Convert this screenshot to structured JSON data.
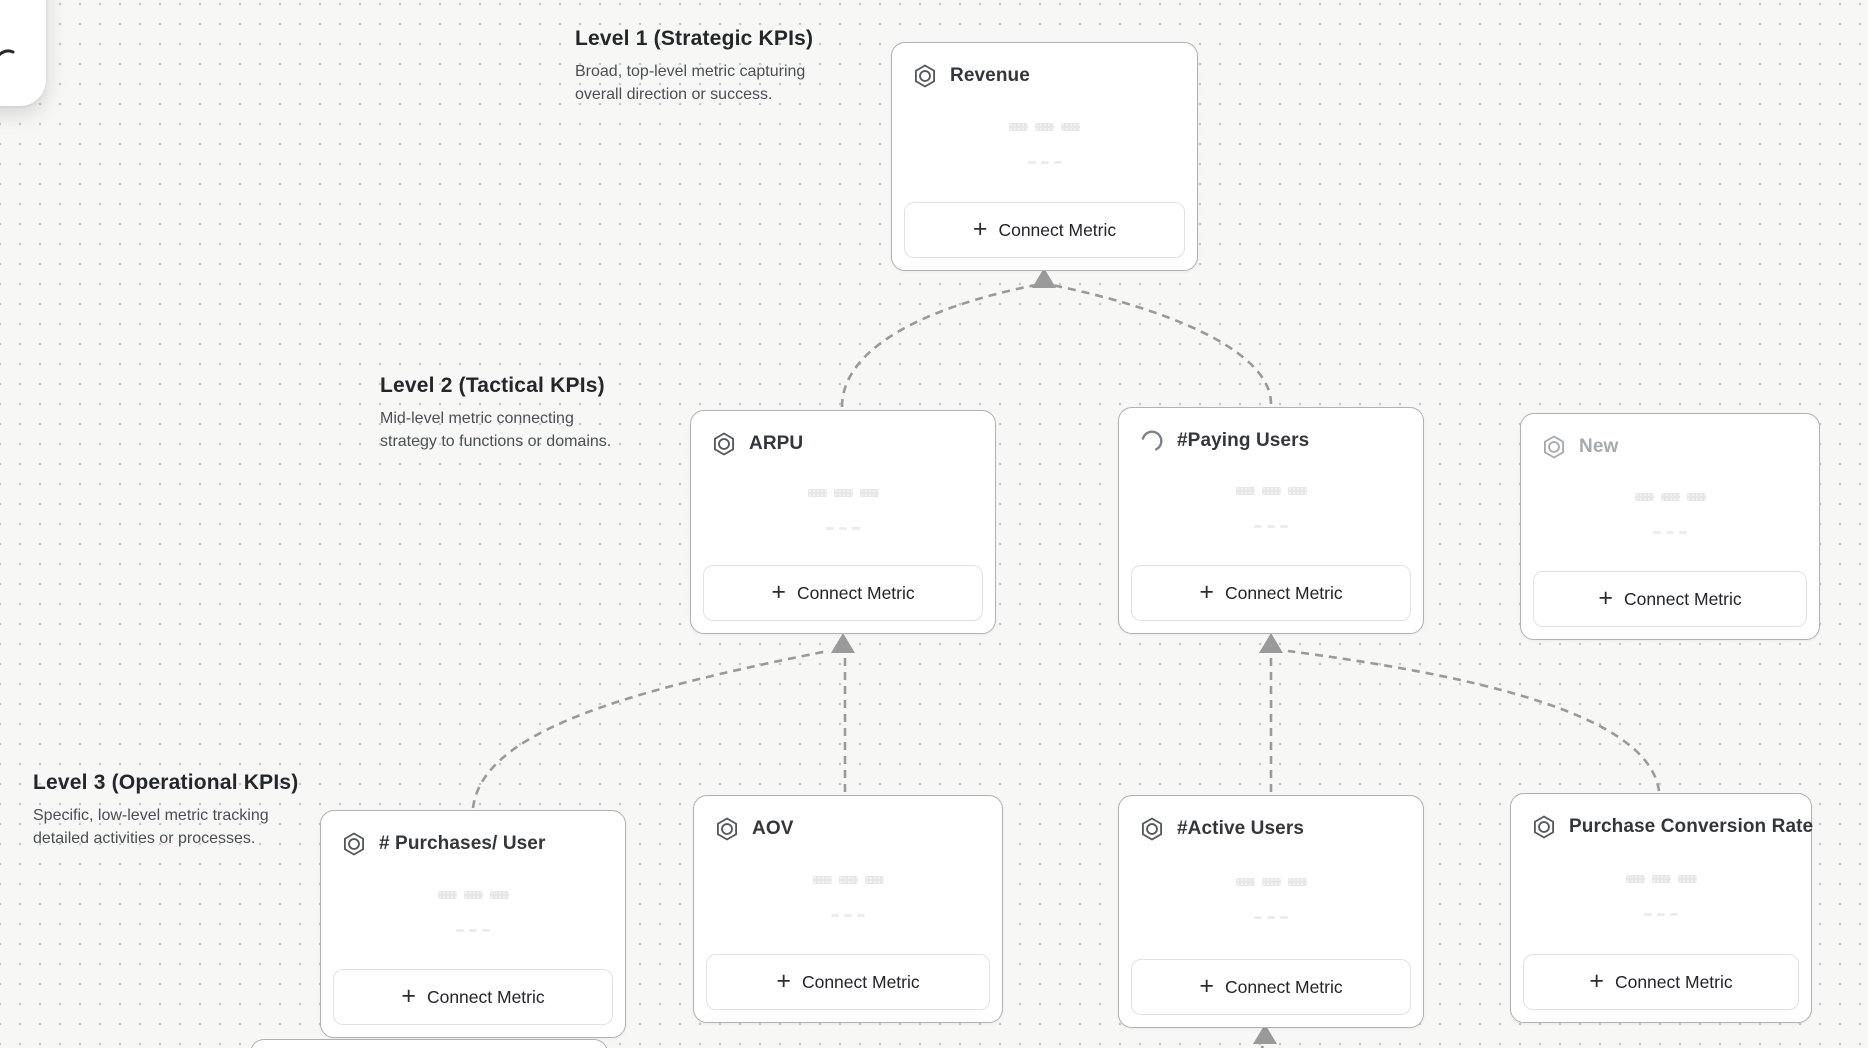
{
  "canvas": {
    "background": "#f7f7f6",
    "dot_color": "#c9c9c9"
  },
  "labels": {
    "connect_metric": "Connect Metric",
    "plus": "+"
  },
  "sections": {
    "level1": {
      "title": "Level 1 (Strategic KPIs)",
      "description": "Broad, top-level metric capturing overall direction or success."
    },
    "level2": {
      "title": "Level 2 (Tactical KPIs)",
      "description": "Mid-level metric connecting strategy to functions or domains."
    },
    "level3": {
      "title": "Level 3 (Operational KPIs)",
      "description": "Specific, low-level metric tracking detailed activities or processes."
    }
  },
  "cards": {
    "revenue": {
      "title": "Revenue",
      "icon": "hexagon-icon",
      "level": 1
    },
    "arpu": {
      "title": "ARPU",
      "icon": "hexagon-icon",
      "level": 2
    },
    "paying_users": {
      "title": "#Paying Users",
      "icon": "spinner-icon",
      "level": 2
    },
    "new": {
      "title": "New",
      "icon": "hexagon-icon",
      "level": 2,
      "state": "draft"
    },
    "purchases_per_user": {
      "title": "# Purchases/ User",
      "icon": "hexagon-icon",
      "level": 3
    },
    "aov": {
      "title": "AOV",
      "icon": "hexagon-icon",
      "level": 3
    },
    "active_users": {
      "title": "#Active Users",
      "icon": "hexagon-icon",
      "level": 3
    },
    "purchase_conversion_rate": {
      "title": "Purchase Conversion Rate",
      "icon": "hexagon-icon",
      "level": 3
    }
  },
  "edges": [
    {
      "from": "arpu",
      "to": "revenue"
    },
    {
      "from": "paying_users",
      "to": "revenue"
    },
    {
      "from": "purchases_per_user",
      "to": "arpu"
    },
    {
      "from": "aov",
      "to": "arpu"
    },
    {
      "from": "active_users",
      "to": "paying_users"
    },
    {
      "from": "purchase_conversion_rate",
      "to": "paying_users"
    },
    {
      "from": "offscreen_below",
      "to": "active_users"
    }
  ],
  "colors": {
    "connector": "#9a9a9a",
    "card_border": "#b1b1b1",
    "title_text": "#33373b"
  }
}
